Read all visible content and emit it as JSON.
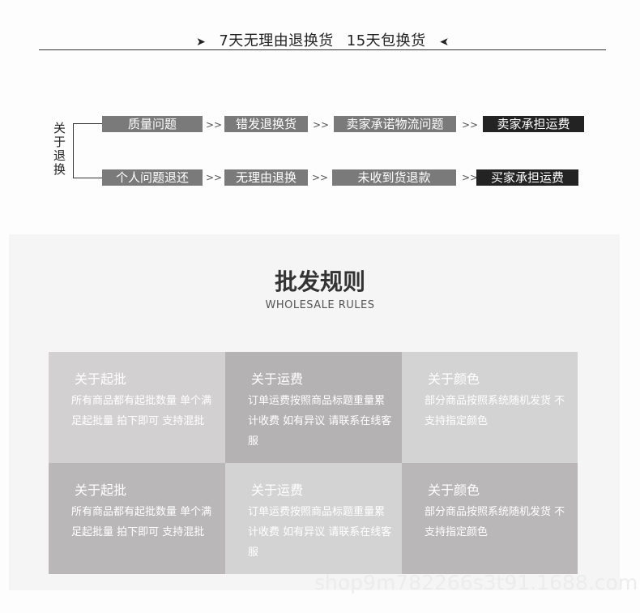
{
  "policy": {
    "left_icon": "arrow-right-icon",
    "text1": "7天无理由退换货",
    "text2": "15天包换货",
    "right_icon": "arrow-left-icon"
  },
  "returns": {
    "label": "关于退换",
    "separator": ">>",
    "row1": [
      "质量问题",
      "错发退换货",
      "卖家承诺物流问题",
      "卖家承担运费"
    ],
    "row2": [
      "个人问题退还",
      "无理由退换",
      "未收到货退款",
      "买家承担运费"
    ]
  },
  "wholesale": {
    "title": "批发规则",
    "subtitle": "WHOLESALE RULES",
    "cells": [
      {
        "title": "关于起批",
        "body": "所有商品都有起批数量 单个满足起批量 拍下即可  支持混批"
      },
      {
        "title": "关于运费",
        "body": "订单运费按照商品标题重量累计收费 如有异议  请联系在线客服"
      },
      {
        "title": "关于颜色",
        "body": "部分商品按照系统随机发货  不支持指定颜色"
      },
      {
        "title": "关于起批",
        "body": "所有商品都有起批数量 单个满足起批量 拍下即可  支持混批"
      },
      {
        "title": "关于运费",
        "body": "订单运费按照商品标题重量累计收费 如有异议  请联系在线客服"
      },
      {
        "title": "关于颜色",
        "body": "部分商品按照系统随机发货  不支持指定颜色"
      }
    ]
  },
  "watermark": "shop9m782266s3t91.1688.com"
}
